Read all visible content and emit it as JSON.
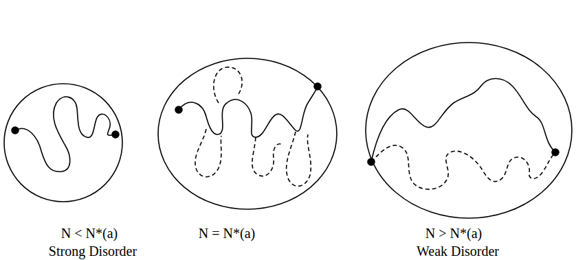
{
  "diagram": {
    "labels": [
      "N < N*(a)",
      "Strong Disorder",
      "N = N*(a)",
      "N > N*(a)",
      "Weak Disorder"
    ]
  }
}
